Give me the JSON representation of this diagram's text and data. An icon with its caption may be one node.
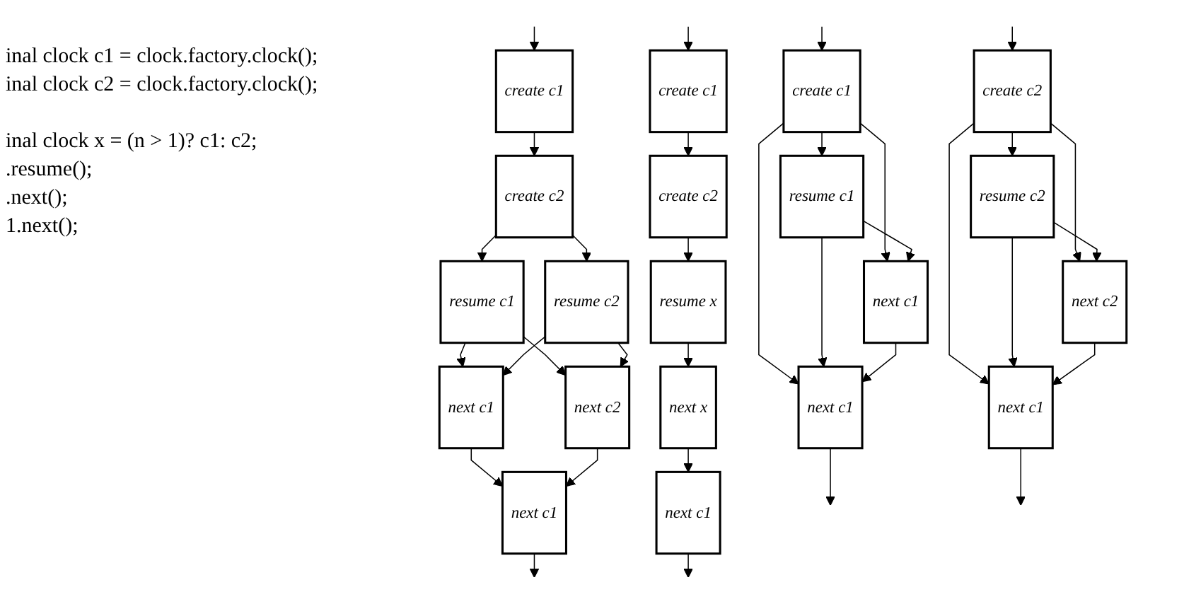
{
  "diagram": {
    "nodes": [
      {
        "text": [
          "create c1"
        ]
      },
      {
        "text": [
          "create c2"
        ]
      },
      {
        "text": [
          "resume c1"
        ]
      },
      {
        "text": [
          "resume c2"
        ]
      },
      {
        "text": [
          "next c1"
        ]
      },
      {
        "text": [
          "next c2"
        ]
      },
      {
        "text": [
          "next c1"
        ]
      },
      {
        "text": [
          "create c1"
        ]
      },
      {
        "text": [
          "resume c1"
        ]
      },
      {
        "text": [
          "next c1"
        ]
      },
      {
        "text": [
          "next c1"
        ]
      },
      {
        "text": [
          "create c1"
        ]
      },
      {
        "text": [
          "create c2"
        ]
      },
      {
        "text": [
          "resume x"
        ]
      },
      {
        "text": [
          "next x"
        ]
      },
      {
        "text": [
          "next c1"
        ]
      },
      {
        "text": [
          "create c2"
        ]
      },
      {
        "text": [
          "resume c2"
        ]
      },
      {
        "text": [
          "next c2"
        ]
      },
      {
        "text": [
          "next c1"
        ]
      }
    ],
    "edges": [
      {
        "from": null,
        "to": 0,
        "arrow": "to"
      },
      {
        "from": 0,
        "to": 1,
        "arrow": "to"
      },
      {
        "from": 1,
        "to": 2,
        "arrow": "to"
      },
      {
        "from": 1,
        "to": 3,
        "arrow": "to"
      },
      {
        "from": 2,
        "to": 4,
        "arrow": "to"
      },
      {
        "from": 2,
        "to": 5,
        "arrow": "to"
      },
      {
        "from": 3,
        "to": 4,
        "arrow": "to"
      },
      {
        "from": 3,
        "to": 5,
        "arrow": "to"
      },
      {
        "from": 4,
        "to": 6,
        "arrow": "to"
      },
      {
        "from": 5,
        "to": 6,
        "arrow": "to"
      },
      {
        "from": 6,
        "to": null,
        "arrow": "to"
      },
      {
        "from": null,
        "to": 7,
        "arrow": "to"
      },
      {
        "from": 7,
        "to": 8,
        "arrow": "to"
      },
      {
        "from": 7,
        "to": 9,
        "arrow": "to"
      },
      {
        "from": 7,
        "to": 10,
        "arrow": "to"
      },
      {
        "from": 8,
        "to": 9,
        "arrow": "to"
      },
      {
        "from": 8,
        "to": 10,
        "arrow": "to"
      },
      {
        "from": 9,
        "to": 10,
        "arrow": "to"
      },
      {
        "from": 10,
        "to": null,
        "arrow": "to"
      },
      {
        "from": null,
        "to": 11,
        "arrow": "to"
      },
      {
        "from": 11,
        "to": 12,
        "arrow": "to"
      },
      {
        "from": 12,
        "to": 13,
        "arrow": "to"
      },
      {
        "from": 13,
        "to": 14,
        "arrow": "to"
      },
      {
        "from": 14,
        "to": 15,
        "arrow": "to"
      },
      {
        "from": 15,
        "to": null,
        "arrow": "to"
      },
      {
        "from": null,
        "to": 16,
        "arrow": "to"
      },
      {
        "from": 16,
        "to": 17,
        "arrow": "to"
      },
      {
        "from": 16,
        "to": 18,
        "arrow": "to"
      },
      {
        "from": 16,
        "to": 19,
        "arrow": "to"
      },
      {
        "from": 17,
        "to": 18,
        "arrow": "to"
      },
      {
        "from": 17,
        "to": 19,
        "arrow": "to"
      },
      {
        "from": 18,
        "to": 19,
        "arrow": "to"
      },
      {
        "from": 19,
        "to": null,
        "arrow": "to"
      }
    ],
    "labels": [
      "inal clock c1 = clock.factory.clock();",
      "inal clock c2 = clock.factory.clock();",
      "inal clock x = (n > 1)? c1: c2;",
      ".resume();",
      ".next();",
      "1.next();"
    ]
  }
}
